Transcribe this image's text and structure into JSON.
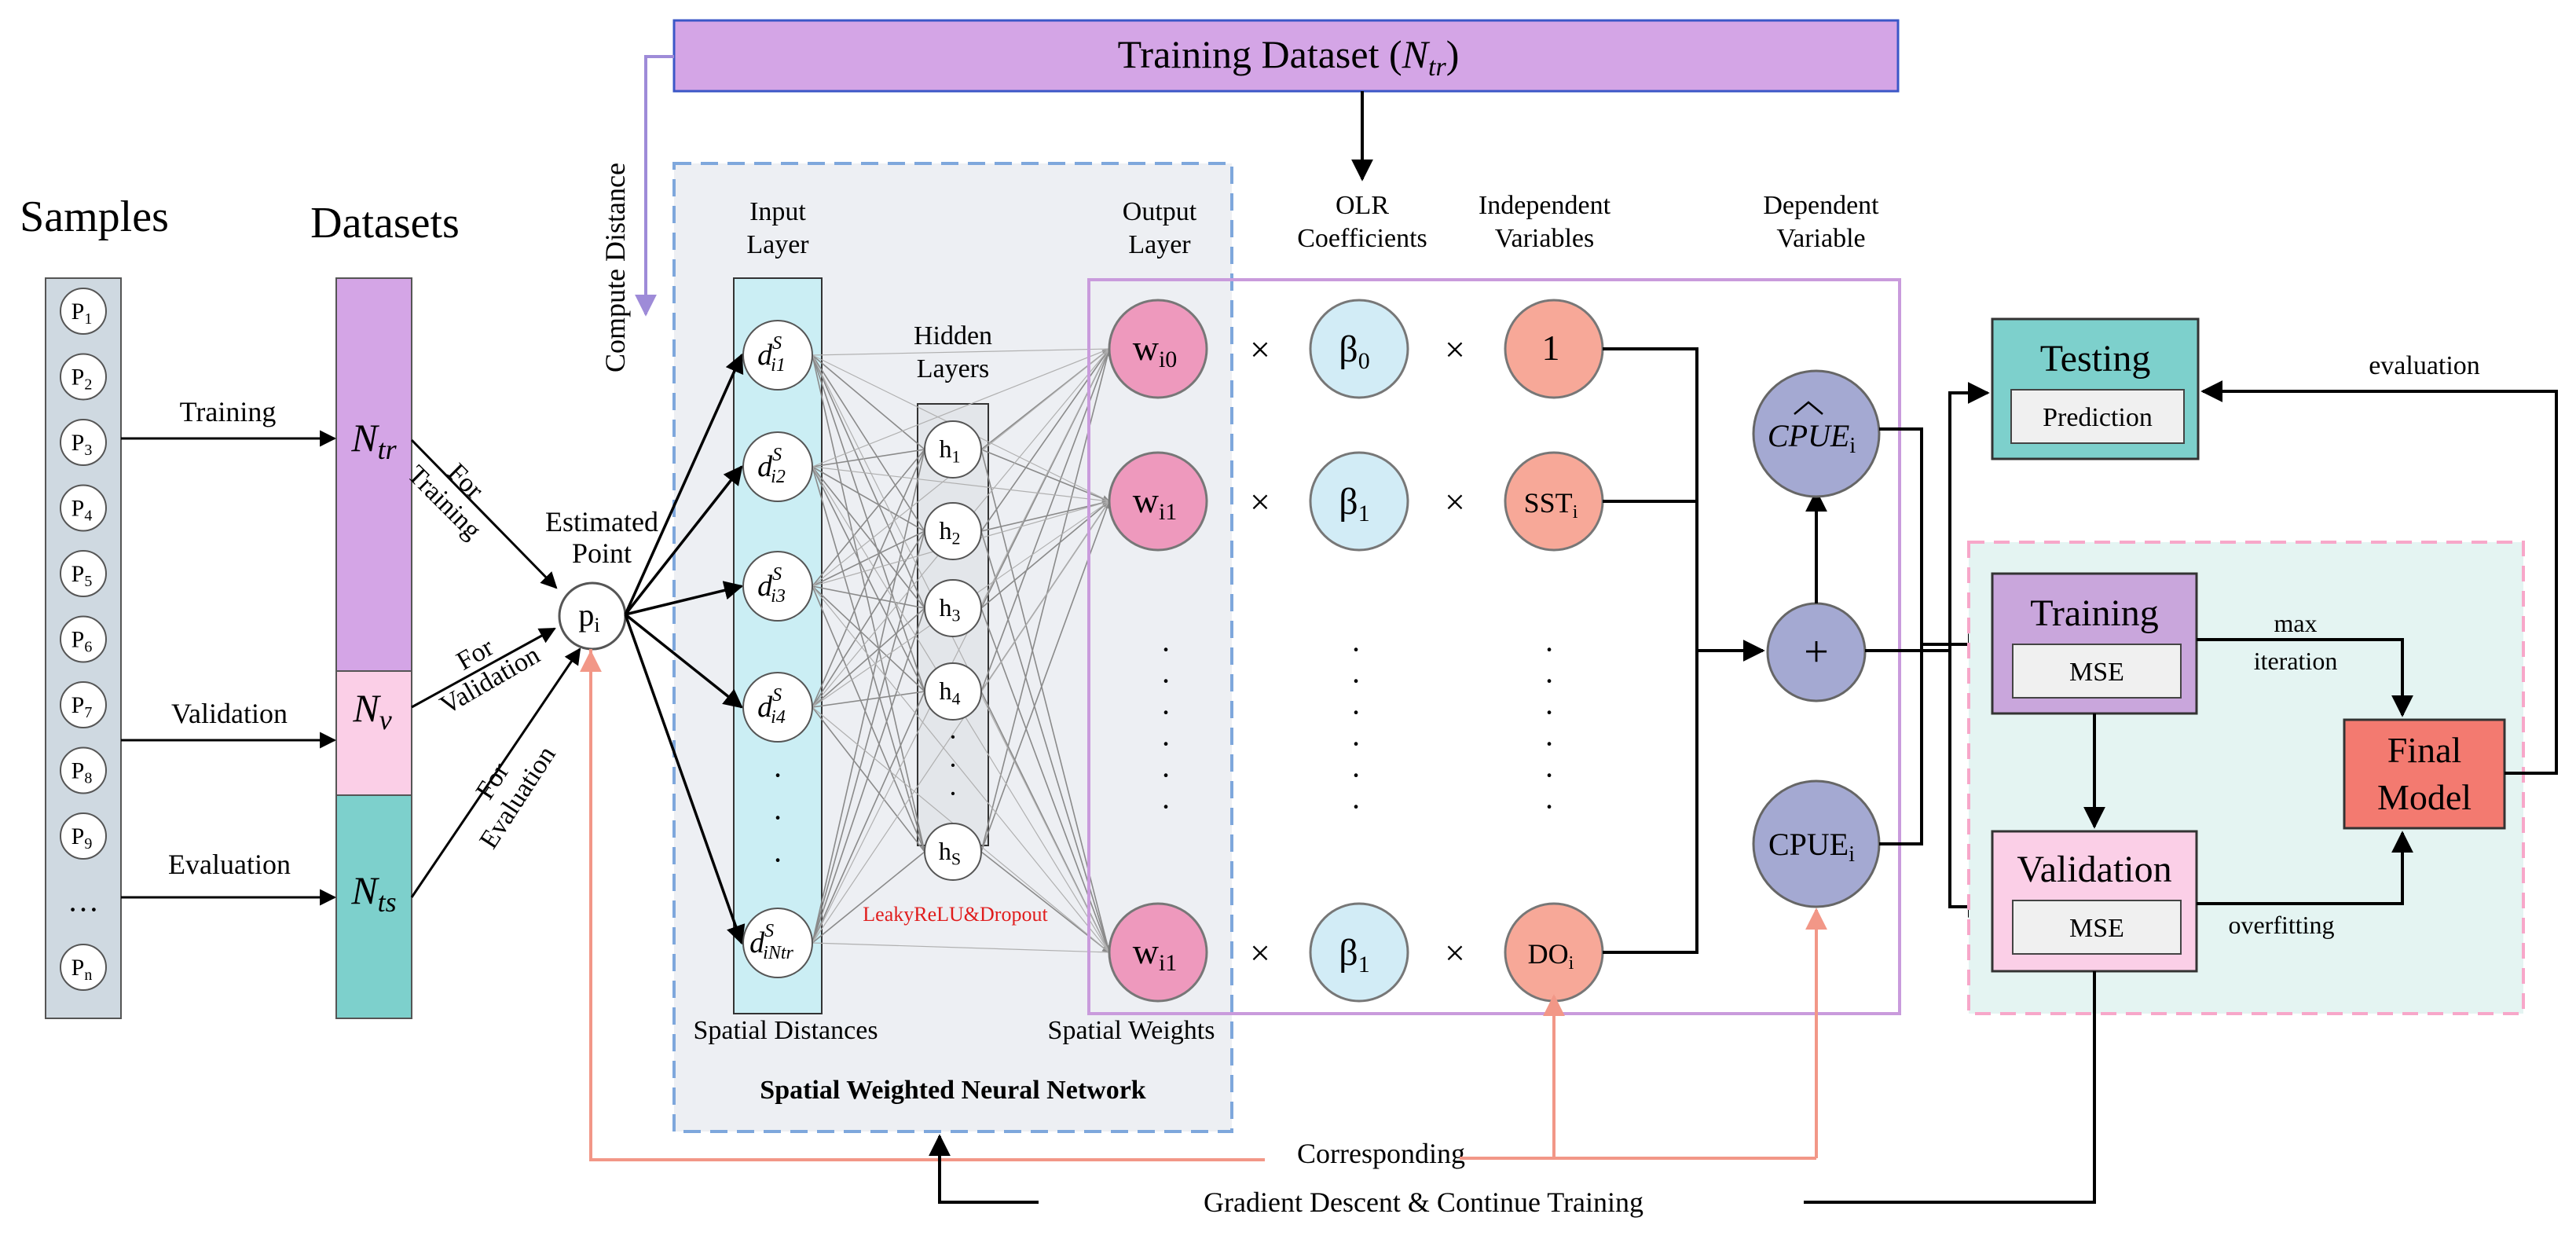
{
  "header": {
    "title": "Training Dataset (",
    "title_sym": "N",
    "title_sub": "tr",
    "title_close": ")"
  },
  "compute_distance": "Compute Distance",
  "samples": {
    "title": "Samples",
    "items": [
      {
        "b": "P",
        "s": "1"
      },
      {
        "b": "P",
        "s": "2"
      },
      {
        "b": "P",
        "s": "3"
      },
      {
        "b": "P",
        "s": "4"
      },
      {
        "b": "P",
        "s": "5"
      },
      {
        "b": "P",
        "s": "6"
      },
      {
        "b": "P",
        "s": "7"
      },
      {
        "b": "P",
        "s": "8"
      },
      {
        "b": "P",
        "s": "9"
      },
      {
        "b": "…",
        "s": ""
      },
      {
        "b": "P",
        "s": "n"
      }
    ]
  },
  "flows": {
    "training": "Training",
    "validation": "Validation",
    "evaluation": "Evaluation"
  },
  "datasets": {
    "title": "Datasets",
    "tr": {
      "sym": "N",
      "sub": "tr"
    },
    "v": {
      "sym": "N",
      "sub": "v"
    },
    "ts": {
      "sym": "N",
      "sub": "ts"
    }
  },
  "for_labels": {
    "training": {
      "l1": "For",
      "l2": "Training"
    },
    "validation": {
      "l1": "For",
      "l2": "Validation"
    },
    "evaluation": {
      "l1": "For",
      "l2": "Evaluation"
    }
  },
  "estimated": {
    "l1": "Estimated",
    "l2": "Point",
    "sym": "p",
    "sub": "i"
  },
  "swnn": {
    "title": "Spatial Weighted Neural Network",
    "input_layer": {
      "l1": "Input",
      "l2": "Layer"
    },
    "hidden_layers": {
      "l1": "Hidden",
      "l2": "Layers"
    },
    "output_layer": {
      "l1": "Output",
      "l2": "Layer"
    },
    "inputs": [
      {
        "sub": "i1"
      },
      {
        "sub": "i2"
      },
      {
        "sub": "i3"
      },
      {
        "sub": "i4"
      },
      {
        "sub": "iNtr"
      }
    ],
    "hidden": [
      {
        "b": "h",
        "s": "1"
      },
      {
        "b": "h",
        "s": "2"
      },
      {
        "b": "h",
        "s": "3"
      },
      {
        "b": "h",
        "s": "4"
      },
      {
        "b": "h",
        "s": "S"
      }
    ],
    "activation": "LeakyReLU&Dropout",
    "spatial_distances": "Spatial Distances",
    "spatial_weights": "Spatial Weights"
  },
  "headers": {
    "olr": {
      "l1": "OLR",
      "l2": "Coefficients"
    },
    "indep": {
      "l1": "Independent",
      "l2": "Variables"
    },
    "dep": {
      "l1": "Dependent",
      "l2": "Variable"
    }
  },
  "rows": [
    {
      "w": "w",
      "ws": "i0",
      "beta": "β",
      "bs": "0",
      "x": "1",
      "xs": ""
    },
    {
      "w": "w",
      "ws": "i1",
      "beta": "β",
      "bs": "1",
      "x": "SST",
      "xs": "i"
    },
    {
      "w": "w",
      "ws": "i1",
      "beta": "β",
      "bs": "1",
      "x": "DO",
      "xs": "i"
    }
  ],
  "times": "×",
  "plus": "+",
  "cpue_hat": {
    "b": "CPUE",
    "s": "i"
  },
  "cpue": {
    "b": "CPUE",
    "s": "i"
  },
  "testing": {
    "title": "Testing",
    "inner": "Prediction"
  },
  "training": {
    "title": "Training",
    "inner": "MSE"
  },
  "validation": {
    "title": "Validation",
    "inner": "MSE"
  },
  "final": {
    "l1": "Final",
    "l2": "Model"
  },
  "edge_labels": {
    "evaluation": "evaluation",
    "max": "max",
    "iteration": "iteration",
    "overfitting": "overfitting",
    "corresponding": "Corresponding",
    "gradient": "Gradient Descent & Continue Training"
  },
  "colors": {
    "purple": "#d4a5e6",
    "pink": "#fbcfe7",
    "teal": "#7dd0cc",
    "samples_bg": "#cfd9e1",
    "swnn_border": "#7ea7dc",
    "swnn_bg": "#edeff3",
    "input_bg": "#cbeef4",
    "weight_node": "#ee99bd",
    "beta_node": "#d2ecf6",
    "var_node": "#f7a898",
    "cpue_node": "#a4a9d2",
    "final": "#f37a70",
    "corr_line": "#f29787",
    "compute_line": "#9e8bd8",
    "activation": "#e01d1d"
  }
}
